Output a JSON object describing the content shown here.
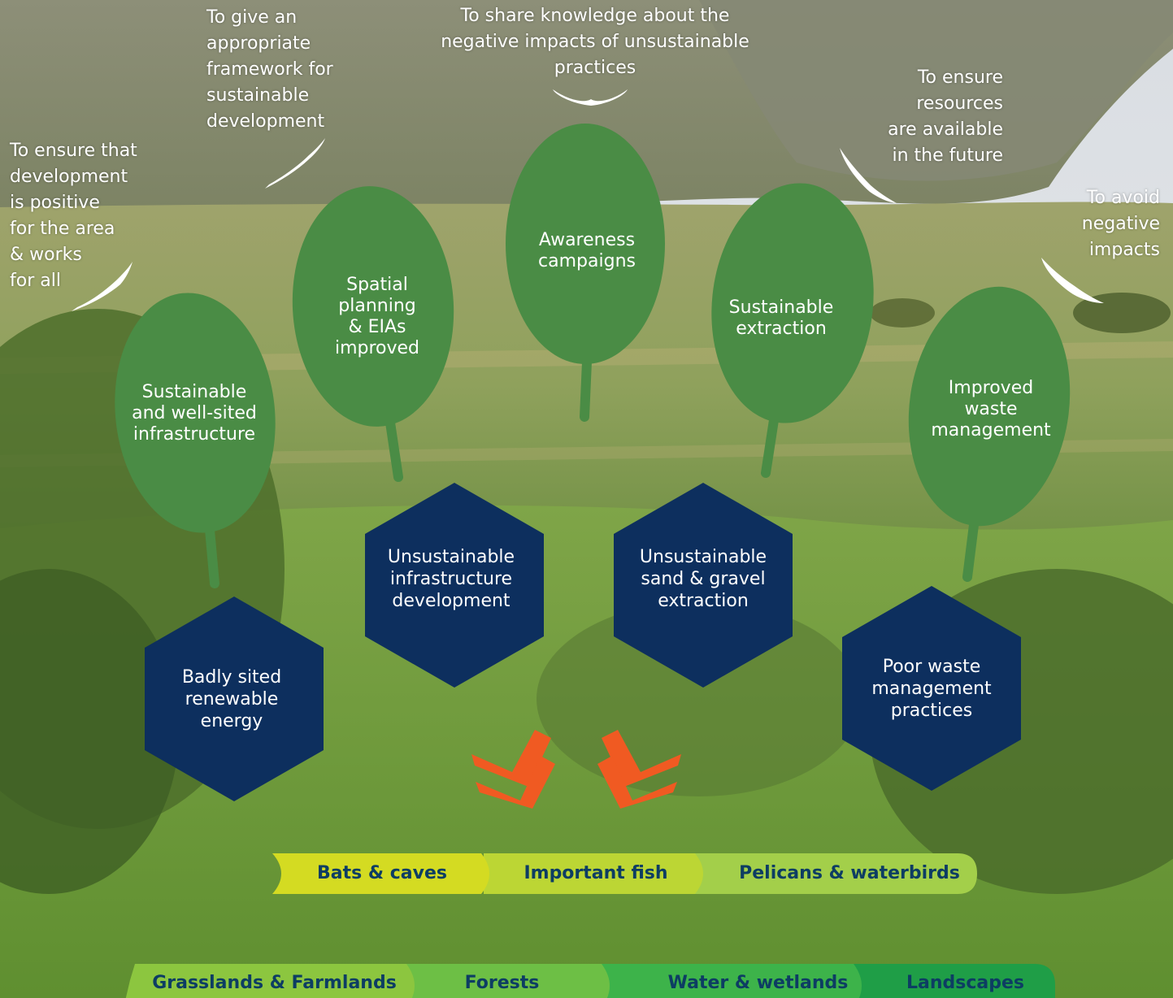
{
  "goals": [
    {
      "text": "To ensure that\ndevelopment\nis positive\nfor the area\n& works\nfor all",
      "align": "left"
    },
    {
      "text": "To give an\nappropriate\nframework for\nsustainable\ndevelopment",
      "align": "left"
    },
    {
      "text": "To share knowledge about the\nnegative impacts of unsustainable\npractices",
      "align": "center"
    },
    {
      "text": "To ensure\nresources\nare available\nin the future",
      "align": "right"
    },
    {
      "text": "To avoid\nnegative\nimpacts",
      "align": "right"
    }
  ],
  "solutions": [
    "Sustainable\nand well-sited\ninfrastructure",
    "Spatial\nplanning\n& EIAs\nimproved",
    "Awareness\ncampaigns",
    "Sustainable\nextraction",
    "Improved\nwaste\nmanagement"
  ],
  "threats": [
    "Badly sited\nrenewable\nenergy",
    "Unsustainable\ninfrastructure\ndevelopment",
    "Unsustainable\nsand & gravel\nextraction",
    "Poor waste\nmanagement\npractices"
  ],
  "species_targets": [
    "Bats & caves",
    "Important fish",
    "Pelicans & waterbirds"
  ],
  "habitat_targets": [
    "Grasslands & Farmlands",
    "Forests",
    "Water & wetlands",
    "Landscapes"
  ],
  "colors": {
    "leaf": "#4a8c45",
    "hexagon": "#0d2f5e",
    "arrow": "#f05a22",
    "label_text": "#0d3d63",
    "species_band": [
      "#d4db22",
      "#bcd634",
      "#a3cf4a"
    ],
    "habitat_band": [
      "#8cc63f",
      "#6dbf45",
      "#3db34a",
      "#1f9e47"
    ]
  }
}
